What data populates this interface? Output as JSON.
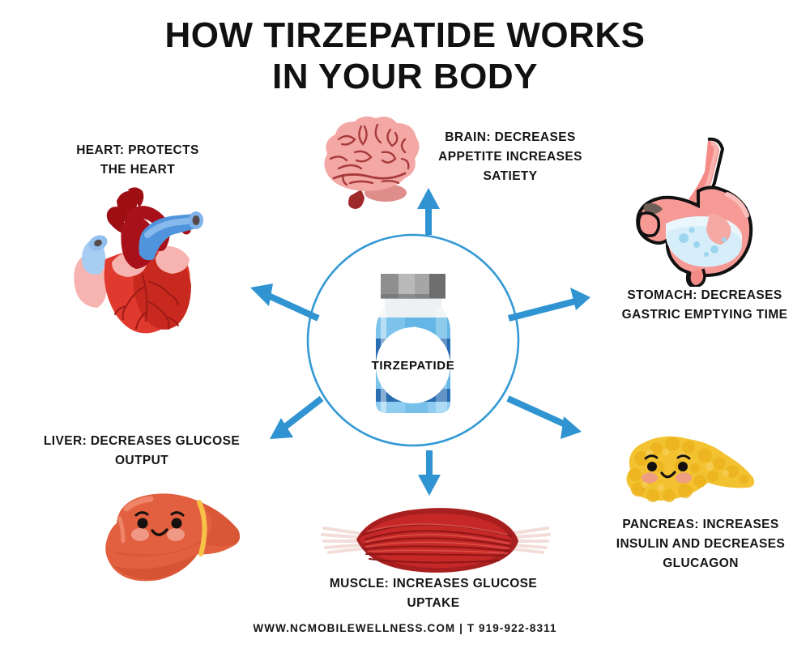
{
  "page": {
    "title_line1": "HOW TIRZEPATIDE WORKS",
    "title_line2": "IN YOUR BODY",
    "background_color": "#ffffff",
    "title_color": "#111111"
  },
  "center": {
    "vial_label": "TIRZEPATIDE",
    "circle_color": "#3399d4",
    "arrow_color": "#2f94d1",
    "cap_color": "#8c8c8c",
    "liquid_color": "#63b6e5"
  },
  "labels": {
    "heart": "HEART: PROTECTS\nTHE HEART",
    "brain": "BRAIN: DECREASES\nAPPETITE INCREASES\nSATIETY",
    "stomach": "STOMACH: DECREASES\nGASTRIC EMPTYING TIME",
    "liver": "LIVER: DECREASES GLUCOSE\nOUTPUT",
    "pancreas": "PANCREAS: INCREASES\nINSULIN AND DECREASES\nGLUCAGON",
    "muscle": "MUSCLE: INCREASES GLUCOSE\nUPTAKE"
  },
  "organs": [
    {
      "name": "brain",
      "icon": "brain-illustration",
      "color": "#f3a8a5"
    },
    {
      "name": "heart",
      "icon": "heart-illustration",
      "color": "#e0392d"
    },
    {
      "name": "stomach",
      "icon": "stomach-illustration",
      "color": "#f4837f"
    },
    {
      "name": "pancreas",
      "icon": "pancreas-illustration",
      "color": "#f2c230"
    },
    {
      "name": "muscle",
      "icon": "muscle-illustration",
      "color": "#b32424"
    },
    {
      "name": "liver",
      "icon": "liver-illustration",
      "color": "#e2603f"
    }
  ],
  "footer": {
    "text": "WWW.NCMOBILEWELLNESS.COM  |  T 919-922-8311"
  }
}
